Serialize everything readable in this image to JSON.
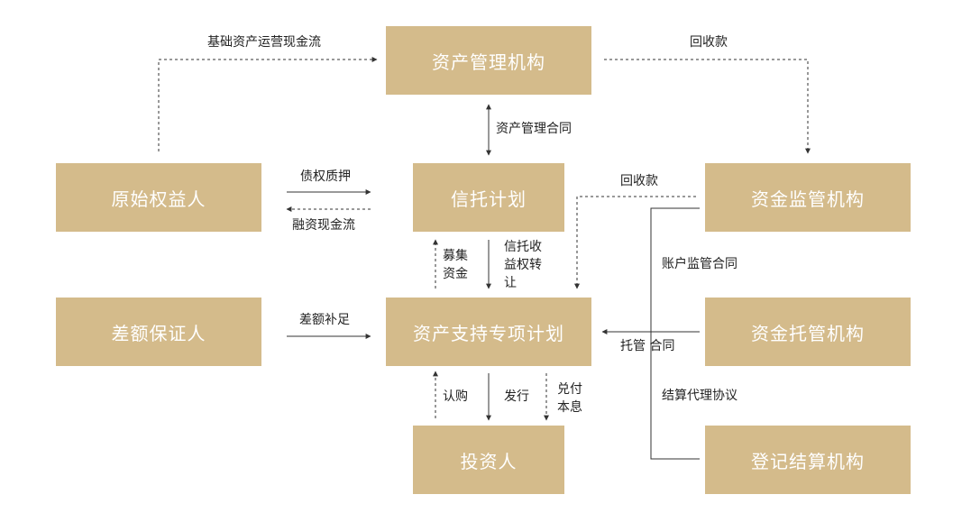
{
  "colors": {
    "box_fill": "#d4bb8b",
    "box_text": "#ffffff",
    "line": "#333333",
    "label": "#222222"
  },
  "nodes": {
    "asset_manager": "资产管理机构",
    "originator": "原始权益人",
    "trust_plan": "信托计划",
    "fund_supervisor": "资金监管机构",
    "guarantor": "差额保证人",
    "abs_plan": "资产支持专项计划",
    "custodian": "资金托管机构",
    "investor": "投资人",
    "registrar": "登记结算机构"
  },
  "edges": {
    "base_asset_cashflow": "基础资产运营现金流",
    "repayment_top": "回收款",
    "asset_mgmt_contract": "资产管理合同",
    "debt_pledge": "债权质押",
    "financing_cashflow": "融资现金流",
    "repayment_mid": "回收款",
    "raise_funds": "募集资金",
    "trust_transfer": "信托收益权转让",
    "account_supervision": "账户监管合同",
    "diff_supplement": "差额补足",
    "custody_contract": "托管 合同",
    "subscribe": "认购",
    "issue": "发行",
    "pay_principal": "兑付本息",
    "settlement_agency": "结算代理协议"
  }
}
